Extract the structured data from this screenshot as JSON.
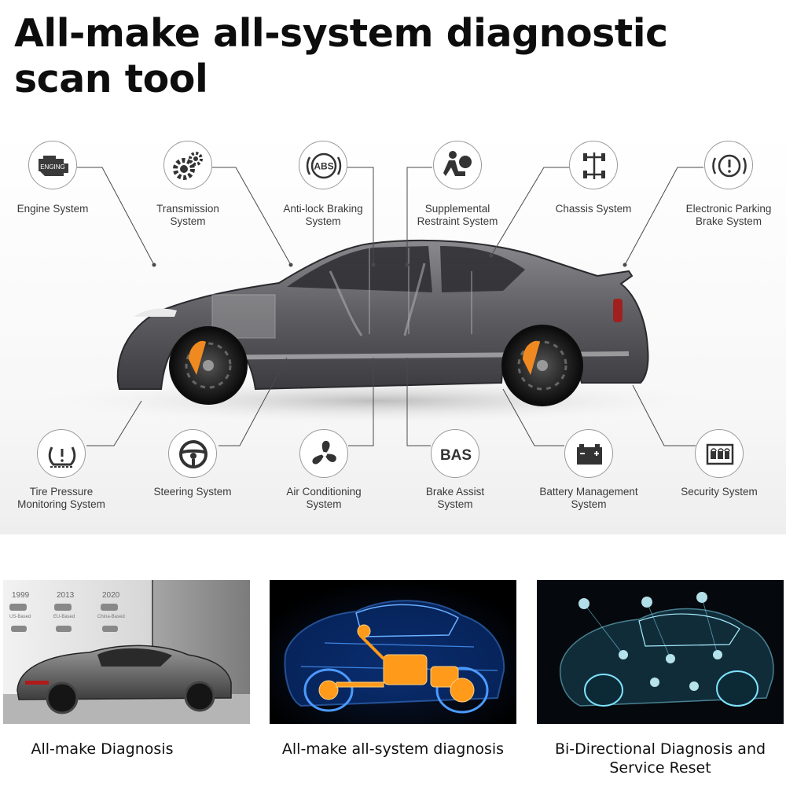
{
  "header": {
    "title_line1": "All-make all-system diagnostic",
    "title_line2": "scan tool"
  },
  "systems_top": [
    {
      "label": "Engine System",
      "icon": "engine-icon",
      "icon_text": "ENGING"
    },
    {
      "label": "Transmission\nSystem",
      "icon": "gears-icon"
    },
    {
      "label": "Anti-lock Braking\nSystem",
      "icon": "abs-icon",
      "icon_text": "ABS"
    },
    {
      "label": "Supplemental\nRestraint System",
      "icon": "airbag-icon"
    },
    {
      "label": "Chassis System",
      "icon": "chassis-icon"
    },
    {
      "label": "Electronic Parking\nBrake System",
      "icon": "parking-brake-icon"
    }
  ],
  "systems_bottom": [
    {
      "label": "Tire Pressure\nMonitoring System",
      "icon": "tire-pressure-icon"
    },
    {
      "label": "Steering System",
      "icon": "steering-wheel-icon"
    },
    {
      "label": "Air Conditioning\nSystem",
      "icon": "fan-icon"
    },
    {
      "label": "Brake Assist\nSystem",
      "icon": "bas-icon",
      "icon_text": "BAS"
    },
    {
      "label": "Battery Management\nSystem",
      "icon": "battery-icon"
    },
    {
      "label": "Security System",
      "icon": "security-icon"
    }
  ],
  "panels": [
    {
      "caption": "All-make Diagnosis",
      "years": [
        "1999",
        "2013",
        "2020"
      ],
      "regions": [
        "US-Based",
        "EU-Based",
        "China-Based"
      ]
    },
    {
      "caption": "All-make all-system diagnosis"
    },
    {
      "caption": "Bi-Directional Diagnosis and\nService Reset"
    }
  ],
  "colors": {
    "title": "#0d0d0d",
    "icon_border": "#9a9a9a",
    "car_body": "#6f6f73",
    "xray_blue": "#1e6fff",
    "xray_orange": "#ff9a1a",
    "cyan": "#7fe3ff"
  }
}
